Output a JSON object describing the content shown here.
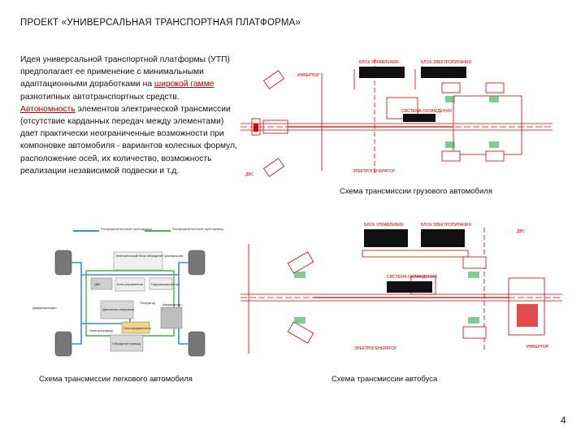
{
  "slide": {
    "title": "ПРОЕКТ «УНИВЕРСАЛЬНАЯ ТРАНСПОРТНАЯ ПЛАТФОРМА»",
    "paragraph1": {
      "before": "Идея универсальной транспортной платформы (УТП) предполагает ее применение с минимальными адаптационными доработками на ",
      "highlight": "широкой гамме",
      "after": " разнотипных автотранспортных средств."
    },
    "paragraph2": {
      "highlight": "Автономность",
      "after": " элементов электрической трансмиссии (отсутствие карданных передач между элементами) дает практически неограниченные возможности при компоновке автомобиля - вариантов колесных формул, расположение осей, их количество, возможность реализации независимой подвески и т.д."
    },
    "captions": {
      "truck": "Схема трансмиссии грузового автомобиля",
      "car": "Схема трансмиссии легкового автомобиля",
      "bus": "Схема трансмиссии автобуса"
    },
    "page_number": "4"
  },
  "truck_diagram": {
    "labels": [
      "БЛОК УПРАВЛЕНИЯ",
      "БЛОК ЭЛЕКТРОПИТАНИЯ",
      "ИНВЕРТОР",
      "СИСТЕМА ОХЛАЖДЕНИЯ",
      "ДВС",
      "ЭЛЕКТРОГЕНЕРАТОР"
    ]
  },
  "bus_diagram": {
    "labels": [
      "БЛОК УПРАВЛЕНИЯ",
      "БЛОК ЭЛЕКТРОПИТАНИЯ",
      "ДВС",
      "СИСТЕМА ОХЛАЖДЕНИЯ",
      "ЭЛЕКТРОГЕНЕРАТОР",
      "ИНВЕРТОР"
    ]
  },
  "car_diagram": {
    "legend": [
      "Распределительный трубопровод",
      "Распределительный трубопровод"
    ],
    "labels": [
      "Электрический блок гибридной трансмиссии",
      "ДВС",
      "Блок управления",
      "Гидроаккумулятор",
      "Дифференциал",
      "Генератор",
      "Двигатель-генератор",
      "Аккумулятор",
      "Электродвигатель",
      "Электропривод",
      "Гибридный привод"
    ]
  },
  "colors": {
    "diagram_red": "#d40000",
    "car_blue": "#3a8fd6",
    "car_green": "#4caf50"
  }
}
